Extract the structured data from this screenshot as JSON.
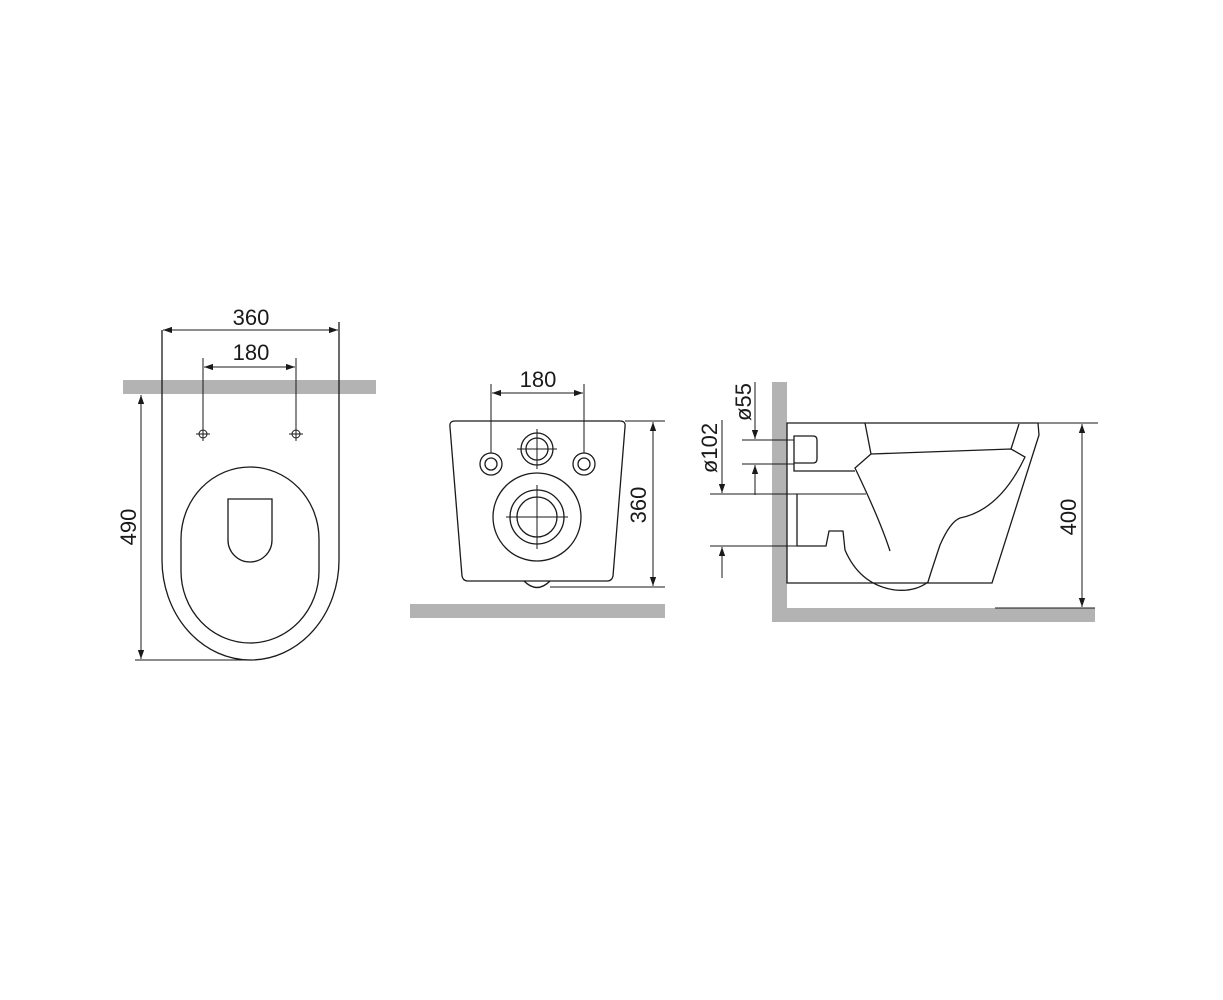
{
  "top_view": {
    "width_label": "360",
    "hole_spacing_label": "180",
    "depth_label": "490"
  },
  "front_view": {
    "hole_spacing_label": "180",
    "height_label": "360"
  },
  "side_view": {
    "outlet_diameter_label": "ø55",
    "drain_diameter_label": "ø102",
    "mount_height_label": "400"
  },
  "colors": {
    "line": "#1a1a1a",
    "wall": "#b3b3b4"
  }
}
